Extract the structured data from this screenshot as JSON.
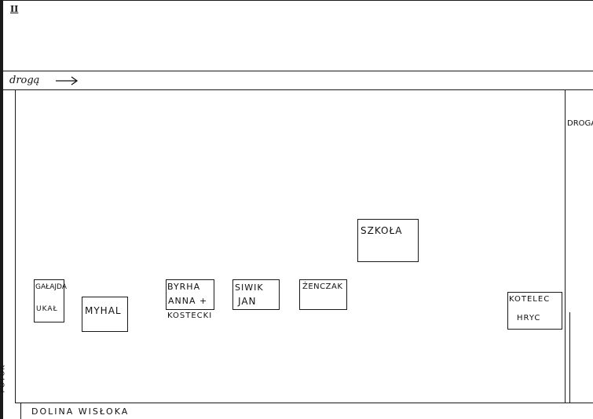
{
  "sheet": {
    "number": "II"
  },
  "road_top": {
    "label": "drogą",
    "arrow": "→"
  },
  "road_right": {
    "label": "DROGA"
  },
  "stream": {
    "label": "POTOK"
  },
  "valley": {
    "label": "DOLINA WISŁOKA"
  },
  "houses": [
    {
      "id": "galajda",
      "lines": [
        "GAŁAJDA",
        "UKAŁ"
      ]
    },
    {
      "id": "myhal",
      "lines": [
        "MYHAL"
      ]
    },
    {
      "id": "byrha",
      "lines": [
        "BYRHA",
        "ANNA +"
      ],
      "note": "KOSTECKI"
    },
    {
      "id": "siwik",
      "lines": [
        "SIWIK",
        "JAN"
      ]
    },
    {
      "id": "zenczak",
      "lines": [
        "ŻENCZAK"
      ]
    },
    {
      "id": "szkola",
      "lines": [
        "SZKOŁA"
      ]
    },
    {
      "id": "kotelec",
      "lines": [
        "KOTELEC",
        "HRYC"
      ]
    }
  ]
}
